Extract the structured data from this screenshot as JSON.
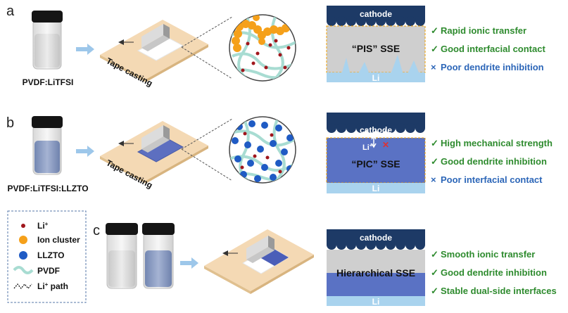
{
  "panels": {
    "a": {
      "letter": "a",
      "vial_label": "PVDF:LiTFSI",
      "process_label": "Tape casting",
      "sse_title": "“PIS” SSE",
      "cathode_label": "cathode",
      "anode_label": "Li",
      "properties": [
        {
          "mark": "✓",
          "text": "Rapid ionic transfer",
          "status": "good"
        },
        {
          "mark": "✓",
          "text": "Good interfacial contact",
          "status": "good"
        },
        {
          "mark": "×",
          "text": "Poor dendrite inhibition",
          "status": "bad"
        }
      ]
    },
    "b": {
      "letter": "b",
      "vial_label": "PVDF:LiTFSI:LLZTO",
      "process_label": "Tape casting",
      "sse_title": "“PIC” SSE",
      "ion_label": "Li",
      "ion_sup": "+",
      "cathode_label": "cathode",
      "anode_label": "Li",
      "properties": [
        {
          "mark": "✓",
          "text": "High mechanical strength",
          "status": "good"
        },
        {
          "mark": "✓",
          "text": "Good dendrite inhibition",
          "status": "good"
        },
        {
          "mark": "×",
          "text": "Poor interfacial contact",
          "status": "bad"
        }
      ]
    },
    "c": {
      "letter": "c",
      "sse_title": "Hierarchical SSE",
      "cathode_label": "cathode",
      "anode_label": "Li",
      "properties": [
        {
          "mark": "✓",
          "text": "Smooth ionic transfer",
          "status": "good"
        },
        {
          "mark": "✓",
          "text": "Good dendrite inhibition",
          "status": "good"
        },
        {
          "mark": "✓",
          "text": "Stable dual-side interfaces",
          "status": "good"
        }
      ]
    }
  },
  "legend": {
    "items": [
      {
        "label": "Li",
        "sup": "+",
        "icon": "red-dot"
      },
      {
        "label": "Ion cluster",
        "sup": "",
        "icon": "orange-dot"
      },
      {
        "label": "LLZTO",
        "sup": "",
        "icon": "blue-dot"
      },
      {
        "label": "PVDF",
        "sup": "",
        "icon": "teal-wave"
      },
      {
        "label": "Li",
        "sup": "+ path",
        "icon": "dashed-path"
      }
    ]
  },
  "colors": {
    "cathode": "#1d3a66",
    "pis_gray": "#cfcfcf",
    "pic_blue": "#5a72c4",
    "li_blue": "#a9d3ee",
    "interface_orange": "#f0a000",
    "arrow": "#9dc7ea",
    "good": "#2e8b2e",
    "bad": "#2c66b8",
    "ion_cluster": "#f5a01a",
    "llzto": "#1f5bc4",
    "li_ion": "#a0161c",
    "pvdf": "#a8dcd2"
  }
}
